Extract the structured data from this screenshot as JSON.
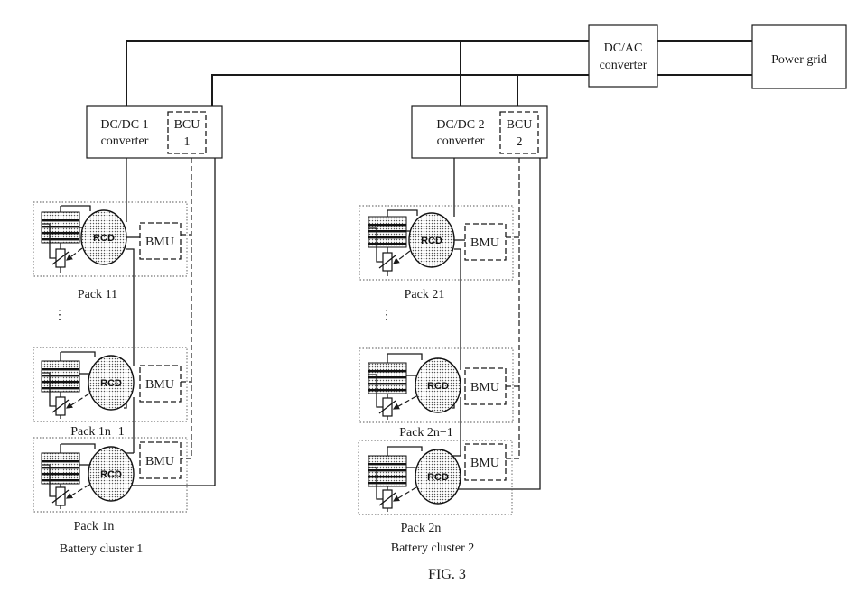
{
  "figure_caption": "FIG. 3",
  "power_grid_label": "Power grid",
  "dcac": {
    "line1": "DC/AC",
    "line2": "converter"
  },
  "clusters": [
    {
      "dcdc_line1": "DC/DC 1",
      "dcdc_line2": "converter",
      "bcu_line1": "BCU",
      "bcu_line2": "1",
      "cluster_label": "Battery cluster 1",
      "ellipsis": "⋮",
      "packs": [
        {
          "label": "Pack 11",
          "rcd": "RCD",
          "bmu": "BMU"
        },
        {
          "label": "Pack 1n−1",
          "rcd": "RCD",
          "bmu": "BMU"
        },
        {
          "label": "Pack 1n",
          "rcd": "RCD",
          "bmu": "BMU"
        }
      ]
    },
    {
      "dcdc_line1": "DC/DC 2",
      "dcdc_line2": "converter",
      "bcu_line1": "BCU",
      "bcu_line2": "2",
      "cluster_label": "Battery cluster 2",
      "ellipsis": "⋮",
      "packs": [
        {
          "label": "Pack 21",
          "rcd": "RCD",
          "bmu": "BMU"
        },
        {
          "label": "Pack 2n−1",
          "rcd": "RCD",
          "bmu": "BMU"
        },
        {
          "label": "Pack 2n",
          "rcd": "RCD",
          "bmu": "BMU"
        }
      ]
    }
  ]
}
